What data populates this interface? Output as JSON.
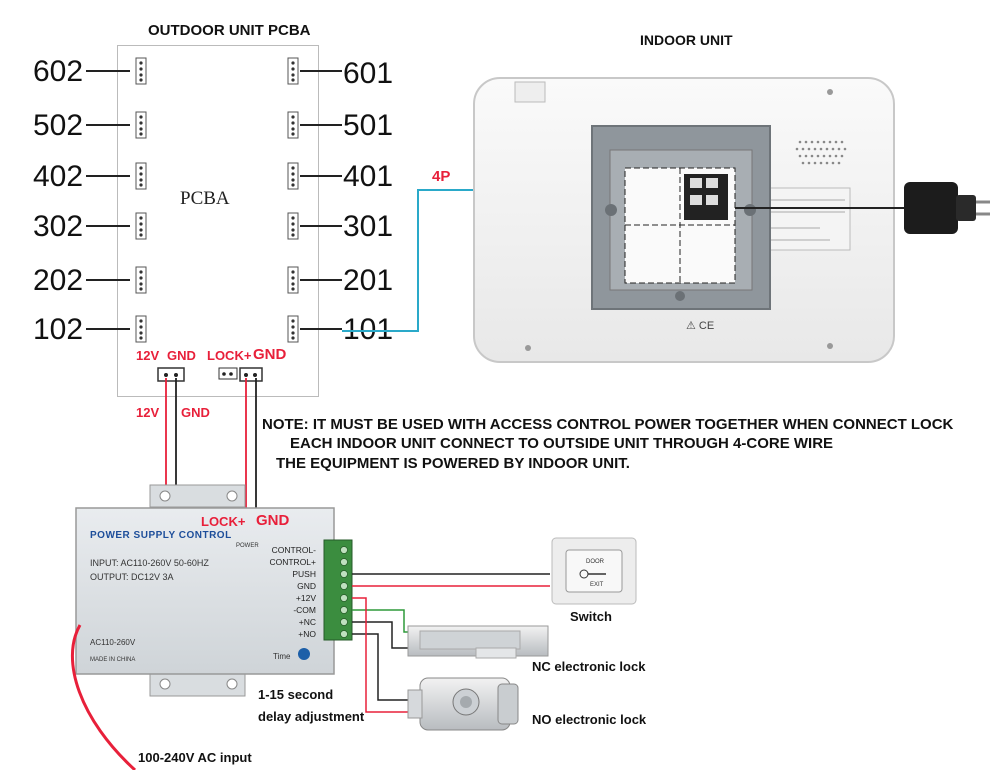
{
  "titles": {
    "outdoor": "OUTDOOR UNIT PCBA",
    "indoor": "INDOOR UNIT",
    "pcba": "PCBA"
  },
  "ports_left": [
    "602",
    "502",
    "402",
    "302",
    "202",
    "102"
  ],
  "ports_right": [
    "601",
    "501",
    "401",
    "301",
    "201",
    "101"
  ],
  "pcb_terminals": {
    "v12": "12V",
    "gnd": "GND",
    "lock": "LOCK+",
    "gnd2": "GND"
  },
  "wire_labels": {
    "v12": "12V",
    "gnd": "GND",
    "four_p": "4P"
  },
  "notes": [
    "NOTE: IT MUST BE USED WITH ACCESS CONTROL POWER TOGETHER WHEN CONNECT LOCK",
    "EACH INDOOR UNIT CONNECT TO OUTSIDE UNIT THROUGH 4-CORE WIRE",
    "THE EQUIPMENT IS POWERED BY INDOOR UNIT."
  ],
  "psu": {
    "title": "POWER SUPPLY CONTROL",
    "input": "INPUT: AC110-260V 50-60HZ",
    "output": "OUTPUT: DC12V 3A",
    "ac": "AC110-260V",
    "made": "MADE IN CHINA",
    "time": "Time",
    "power": "POWER",
    "lock_label": "LOCK+",
    "gnd_label": "GND",
    "terminals": [
      "CONTROL-",
      "CONTROL+",
      "PUSH",
      "GND",
      "+12V",
      "-COM",
      "+NC",
      "+NO"
    ]
  },
  "devices": {
    "switch": "Switch",
    "nc_lock": "NC electronic lock",
    "no_lock": "NO electronic lock",
    "delay_1": "1-15 second",
    "delay_2": "delay adjustment",
    "ac_input": "100-240V AC input",
    "door": "DOOR",
    "exit": "EXIT"
  },
  "colors": {
    "red": "#e8203a",
    "cyan": "#2aa9c9",
    "green": "#2e9a3a"
  }
}
